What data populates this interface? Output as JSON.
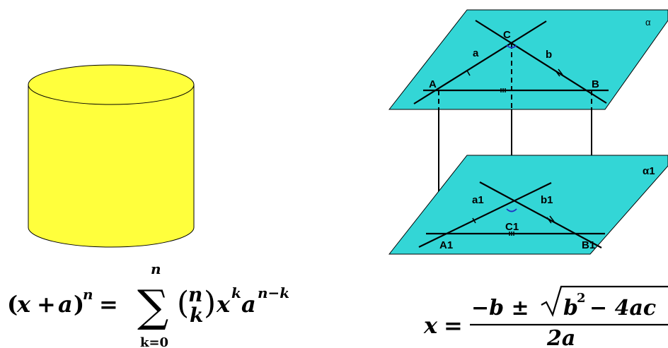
{
  "colors": {
    "cylinder": "#ffff3c",
    "plane": "#33d6d6",
    "line": "#000000",
    "right_angle": "#1f35c7"
  },
  "planes": {
    "top": {
      "plane_label": "α",
      "vertices": {
        "a": "A",
        "b": "B",
        "c": "C"
      },
      "sides": {
        "a": "a",
        "b": "b"
      }
    },
    "bottom": {
      "plane_label": "α1",
      "vertices": {
        "a": "A1",
        "b": "B1",
        "c": "C1"
      },
      "sides": {
        "a": "a1",
        "b": "b1"
      }
    }
  },
  "formulas": {
    "binomial": {
      "lhs_open": "(",
      "lhs_x": "x",
      "lhs_plus": "+",
      "lhs_a": "a",
      "lhs_close": ")",
      "lhs_exp": "n",
      "equals": "=",
      "sum_sign": "∑",
      "sum_upper": "n",
      "sum_lower": "k=0",
      "binom_top": "n",
      "binom_bottom": "k",
      "x": "x",
      "x_exp": "k",
      "a": "a",
      "a_exp": "n−k"
    },
    "quadratic": {
      "lhs": "x",
      "equals": "=",
      "numerator_left": "−b ±",
      "radicand_b": "b",
      "radicand_exp": "2",
      "radicand_rest": "− 4ac",
      "denominator": "2a"
    }
  }
}
